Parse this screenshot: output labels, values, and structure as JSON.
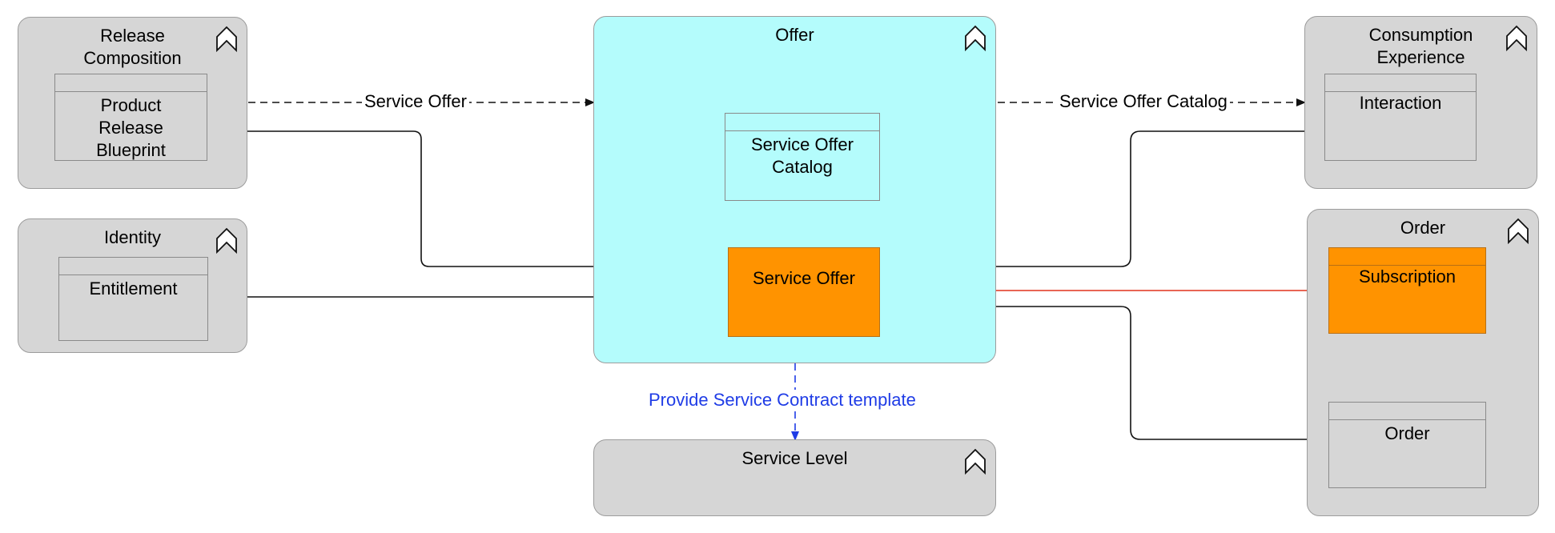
{
  "colors": {
    "group_gray": "#d6d6d6",
    "group_offer": "#b4fcfc",
    "entity_orange": "#ff9300",
    "line_black": "#111111",
    "line_red": "#e0341c",
    "line_blue": "#1f3ce6"
  },
  "groups": {
    "release_composition": {
      "title_line1": "Release",
      "title_line2": "Composition"
    },
    "identity": {
      "title": "Identity"
    },
    "offer": {
      "title": "Offer"
    },
    "service_level": {
      "title": "Service Level"
    },
    "consumption_experience": {
      "title_line1": "Consumption",
      "title_line2": "Experience"
    },
    "order": {
      "title": "Order"
    }
  },
  "entities": {
    "product_release_blueprint": {
      "line1": "Product",
      "line2": "Release",
      "line3": "Blueprint"
    },
    "entitlement": {
      "label": "Entitlement"
    },
    "service_offer_catalog": {
      "line1": "Service Offer",
      "line2": "Catalog"
    },
    "service_offer": {
      "label": "Service Offer"
    },
    "interaction": {
      "label": "Interaction"
    },
    "subscription": {
      "label": "Subscription"
    },
    "order": {
      "label": "Order"
    }
  },
  "edges": {
    "release_to_offer": "Service Offer",
    "offer_to_consumption": "Service Offer Catalog",
    "offer_to_service_level": "Provide Service Contract template"
  },
  "icons": {
    "group_collapse": "chevron-up-icon"
  }
}
